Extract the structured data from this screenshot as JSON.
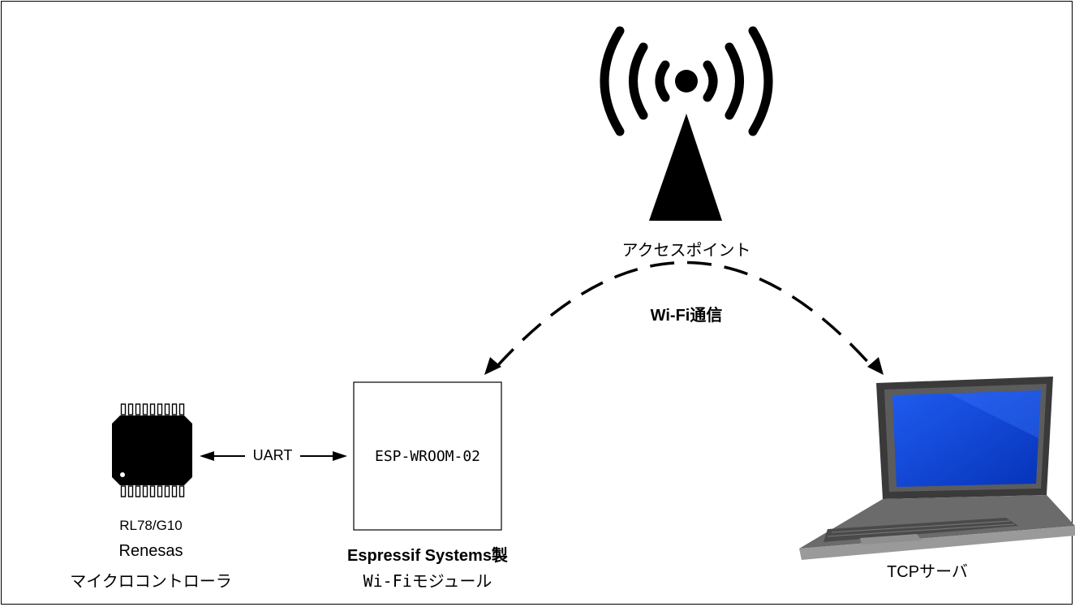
{
  "access_point": {
    "label": "アクセスポイント",
    "icon": "wifi-tower-icon"
  },
  "wifi_link": {
    "label": "Wi-Fi通信"
  },
  "mcu": {
    "part": "RL78/G10",
    "maker": "Renesas",
    "type": "マイクロコントローラ",
    "icon": "chip-icon"
  },
  "uart": {
    "label": "UART"
  },
  "module": {
    "name": "ESP-WROOM-02",
    "maker": "Espressif Systems製",
    "type": "Wi-Fiモジュール"
  },
  "server": {
    "label": "TCPサーバ",
    "icon": "laptop-icon"
  },
  "colors": {
    "screen": "#0a3fd6",
    "laptop_body": "#5a5a5a",
    "chip": "#000000"
  }
}
